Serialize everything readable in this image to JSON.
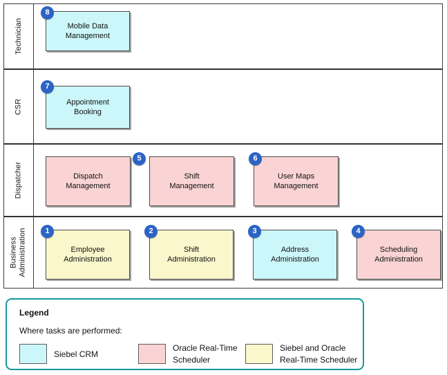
{
  "diagram": {
    "type": "swimlane",
    "lanes": [
      {
        "label": "Technician",
        "tasks": [
          {
            "badge": "8",
            "label": "Mobile Data\nManagement",
            "category": "siebel"
          }
        ]
      },
      {
        "label": "CSR",
        "tasks": [
          {
            "badge": "7",
            "label": "Appointment\nBooking",
            "category": "siebel"
          }
        ]
      },
      {
        "label": "Dispatcher",
        "tasks": [
          {
            "badge": "",
            "label": "Dispatch\nManagement",
            "category": "ortsch"
          },
          {
            "badge": "5",
            "label": "Shift\nManagement",
            "category": "ortsch"
          },
          {
            "badge": "6",
            "label": "User Maps\nManagement",
            "category": "ortsch"
          }
        ]
      },
      {
        "label": "Business\nAdministration",
        "tasks": [
          {
            "badge": "1",
            "label": "Employee\nAdministration",
            "category": "both"
          },
          {
            "badge": "2",
            "label": "Shift\nAdministration",
            "category": "both"
          },
          {
            "badge": "3",
            "label": "Address\nAdministration",
            "category": "siebel"
          },
          {
            "badge": "4",
            "label": "Scheduling\nAdministration",
            "category": "ortsch"
          }
        ]
      }
    ]
  },
  "legend": {
    "title": "Legend",
    "subtitle": "Where tasks are performed:",
    "items": [
      {
        "category": "siebel",
        "label": "Siebel CRM"
      },
      {
        "category": "ortsch",
        "label": "Oracle Real-Time\nScheduler"
      },
      {
        "category": "both",
        "label": "Siebel and Oracle\nReal-Time Scheduler"
      }
    ]
  },
  "colors": {
    "siebel_fill": "#ccf7fa",
    "oracle_rts_fill": "#fad4d4",
    "both_fill": "#faf7cc",
    "badge_blue": "#2b63c6",
    "legend_border": "#129a9c",
    "grid_line": "#333333"
  }
}
